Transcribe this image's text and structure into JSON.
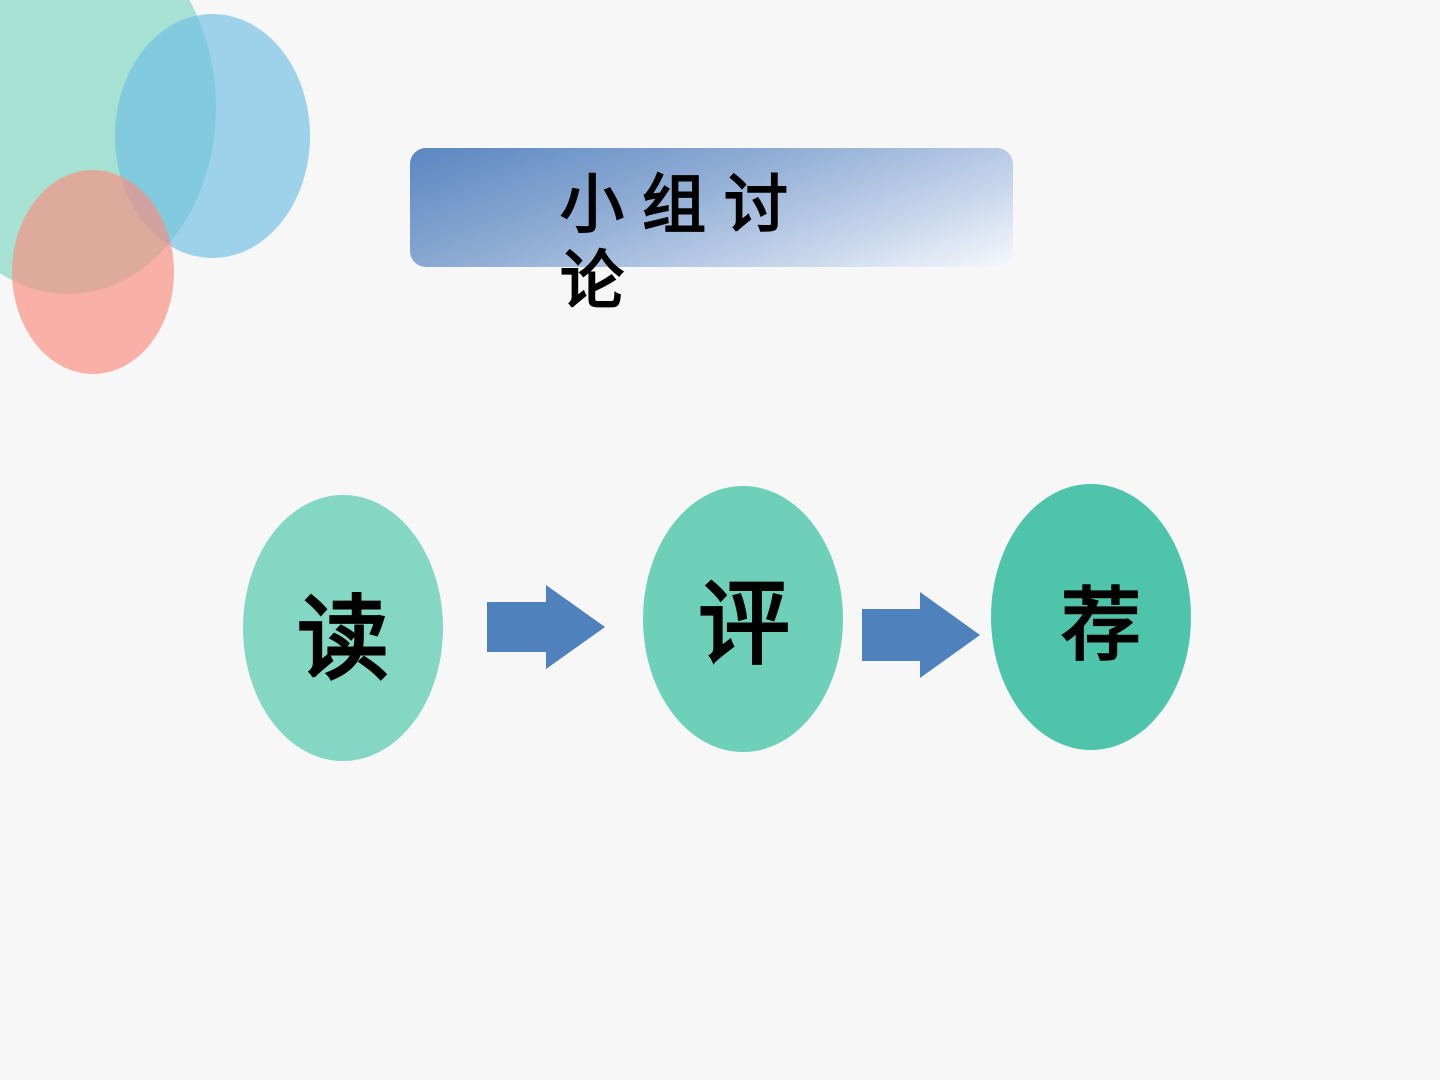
{
  "title": "小组讨论",
  "steps": [
    {
      "label": "读",
      "color": "#83d7c3"
    },
    {
      "label": "评",
      "color": "#6fd0b9"
    },
    {
      "label": "荐",
      "color": "#4ec5ab"
    }
  ],
  "colors": {
    "background": "#f7f7f7",
    "arrow": "#4f81bd",
    "banner_start": "#5a86c0",
    "banner_end": "#f6f8fc",
    "deco_teal": "#7fd6c3",
    "deco_blue": "#6fbfe3",
    "deco_coral": "#fb8d7e"
  }
}
